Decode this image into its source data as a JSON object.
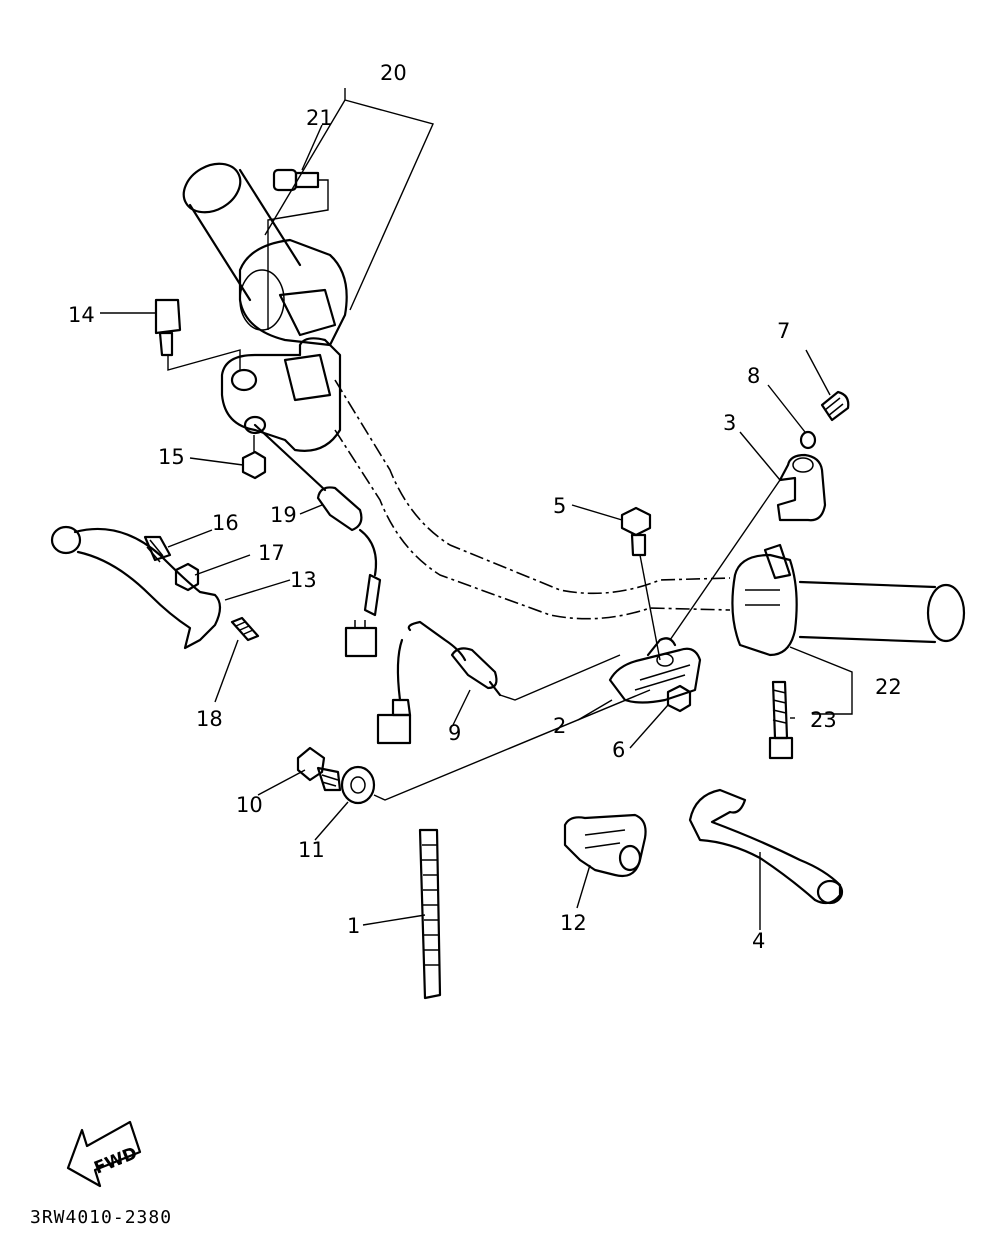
{
  "diagram": {
    "code": "3RW4010-2380",
    "fwd_label": "FWD",
    "callouts": [
      {
        "n": "1",
        "label": "1"
      },
      {
        "n": "2",
        "label": "2"
      },
      {
        "n": "3",
        "label": "3"
      },
      {
        "n": "4",
        "label": "4"
      },
      {
        "n": "5",
        "label": "5"
      },
      {
        "n": "6",
        "label": "6"
      },
      {
        "n": "7",
        "label": "7"
      },
      {
        "n": "8",
        "label": "8"
      },
      {
        "n": "9",
        "label": "9"
      },
      {
        "n": "10",
        "label": "10"
      },
      {
        "n": "11",
        "label": "11"
      },
      {
        "n": "12",
        "label": "12"
      },
      {
        "n": "13",
        "label": "13"
      },
      {
        "n": "14",
        "label": "14"
      },
      {
        "n": "15",
        "label": "15"
      },
      {
        "n": "16",
        "label": "16"
      },
      {
        "n": "17",
        "label": "17"
      },
      {
        "n": "18",
        "label": "18"
      },
      {
        "n": "19",
        "label": "19"
      },
      {
        "n": "20",
        "label": "20"
      },
      {
        "n": "21",
        "label": "21"
      },
      {
        "n": "22",
        "label": "22"
      },
      {
        "n": "23",
        "label": "23"
      }
    ]
  }
}
